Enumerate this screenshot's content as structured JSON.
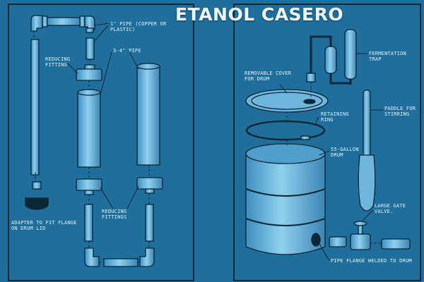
{
  "title": "ETANOL CASERO",
  "colors": {
    "background": "#1f6f9c",
    "line": "#0c2738",
    "fill_light": "#7fc3e6",
    "fill_mid": "#4f9fcc",
    "label": "#dff0fa"
  },
  "left_panel": {
    "labels": {
      "pipe_1in": "1\" PIPE (COPPER OR\nPLASTIC)",
      "pipe_3_4in": "3-4\" PIPE",
      "reducing_fitting": "REDUCING\nFITTING",
      "reducing_fittings": "REDUCING\nFITTINGS",
      "adapter": "ADAPTER TO FIT FLANGE\nON DRUM LID"
    }
  },
  "right_panel": {
    "labels": {
      "fermentation_trap": "FERMENTATION\nTRAP",
      "removable_cover": "REMOVABLE COVER\nFOR DRUM",
      "retaining_ring": "RETAINING\nRING",
      "paddle": "PADDLE FOR\nSTIRRING",
      "drum": "55-GALLON\nDRUM",
      "gate_valve": "LARGE GATE\nVALVE.",
      "pipe_flange": "PIPE FLANGE WELDED TO DRUM"
    }
  }
}
